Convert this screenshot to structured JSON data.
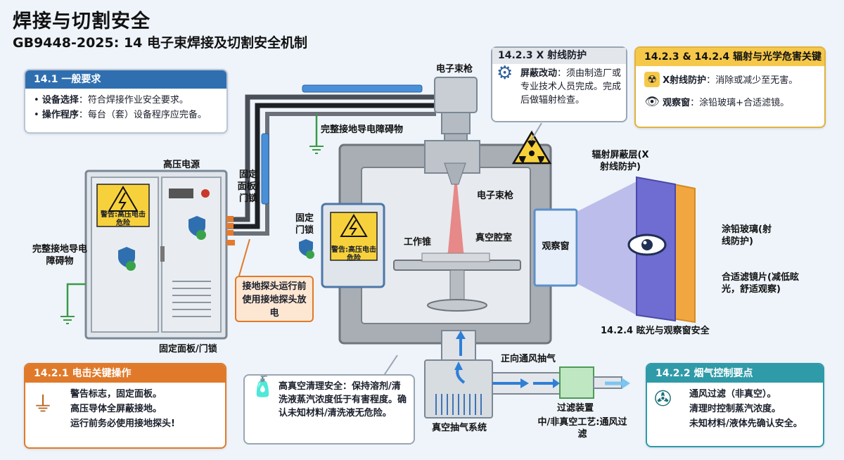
{
  "header": {
    "title": "焊接与切割安全",
    "subtitle": "GB9448-2025: 14 电子束焊接及切割安全机制"
  },
  "general": {
    "heading": "14.1 一般要求",
    "items": [
      {
        "key": "设备选择",
        "text": "符合焊接作业安全要求。"
      },
      {
        "key": "操作程序",
        "text": "每台（套）设备程序应完备。"
      }
    ]
  },
  "xray": {
    "heading": "14.2.3 X 射线防护",
    "key": "屏蔽改动",
    "text": "须由制造厂或专业技术人员完成。完成后做辐射检查。"
  },
  "radiation": {
    "heading": "14.2.3 & 14.2.4 辐射与光学危害关键",
    "items": [
      {
        "key": "X射线防护",
        "text": "消除或减少至无害。"
      },
      {
        "key": "观察窗",
        "text": "涂铅玻璃+合适滤镜。"
      }
    ]
  },
  "shock": {
    "heading": "14.2.1 电击关键操作",
    "lines": [
      "警告标志，固定面板。",
      "高压导体全屏蔽接地。",
      "运行前务必使用接地探头!"
    ]
  },
  "cleaning": {
    "text": "高真空清理安全：保持溶剂/清洗液蒸汽浓度低于有害程度。确认未知材料/清洗液无危险。"
  },
  "fume": {
    "heading": "14.2.2 烟气控制要点",
    "lines": [
      "通风过滤（非真空）。",
      "清理时控制蒸汽浓度。",
      "未知材料/液体先确认安全。"
    ]
  },
  "labels": {
    "gun_top": "电子束枪",
    "ground_top": "完整接地导电障碍物",
    "hv_power": "高压电源",
    "fixed_panel_lock": "固定面板/门锁",
    "ground_left": "完整接地导电障碍物",
    "fixed_panel_bottom": "固定面板/门锁",
    "probe": "接地探头运行前使用接地探头放电",
    "door_lock": "固定门锁",
    "shield_layer": "辐射屏蔽层(X射线防护)",
    "gun_inner": "电子束枪",
    "workpiece": "工作锥",
    "vacuum_chamber": "真空腔室",
    "view_window": "观察窗",
    "lead_glass": "涂铅玻璃(射线防护)",
    "filter_lens": "合适滤镜片(减低眩光，舒适观察)",
    "glare_title": "14.2.4 眩光与观察窗安全",
    "forward_vent": "正向通风抽气",
    "filter_device": "过滤装置",
    "non_vacuum": "中/非真空工艺:通风过滤",
    "vacuum_pump": "真空抽气系统",
    "warning_cabinet": "警告:高压电击危险",
    "warning_door": "警告:高压电击危险"
  },
  "colors": {
    "blue_head": "#2f6fb0",
    "orange_head": "#e07a2a",
    "teal_head": "#2f9aa8",
    "yellow_head": "#f6c84a",
    "beam": "#e53935",
    "shield": "#a0a4aa"
  }
}
